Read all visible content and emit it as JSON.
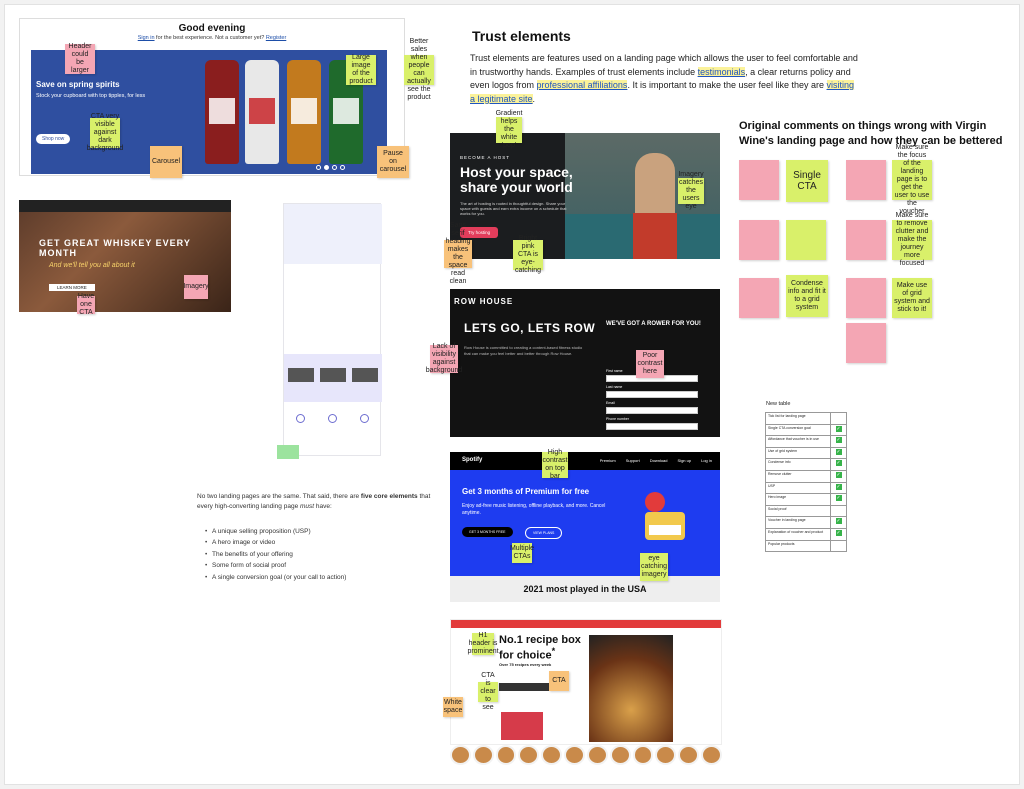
{
  "ge": {
    "title": "Good evening",
    "signin_link": "Sign in",
    "signin_rest": " for the best experience. Not a customer yet? ",
    "register_link": "Register",
    "banner_title": "Save on spring spirits",
    "banner_desc": "Stock your cupboard with top tipples, for less",
    "shop_btn": "Shop now",
    "notes": {
      "header": "Header could be larger",
      "image": "Large image of the product",
      "better": "Better sales when people can actually see the product",
      "cta": "CTA very visible against dark background",
      "carousel": "Carousel",
      "pause": "Pause on carousel"
    }
  },
  "whiskey": {
    "headline": "GET GREAT WHISKEY EVERY MONTH",
    "sub": "And we'll tell you all about it",
    "btn": "LEARN MORE",
    "notes": {
      "imagery": "Imagery",
      "cta": "Have one CTA"
    }
  },
  "trust": {
    "title": "Trust elements",
    "p1": "Trust elements are features used on a landing page which allows the user to feel comfortable and in trustworthy hands. Examples of trust elements include ",
    "h1": "testimonials",
    "p2": ", a clear returns policy and even logos from ",
    "h2": "professional affiliations",
    "p3": ". It is important to make the user feel like they are ",
    "h3": "visiting a legitimate site",
    "p4": "."
  },
  "five": {
    "intro1": "No two landing pages are the same. That said, there are ",
    "intro_bold": "five core elements",
    "intro2": " that every high-converting landing page ",
    "intro_em": "must",
    "intro3": " have:",
    "items": [
      "A unique selling proposition (USP)",
      "A hero image or video",
      "The benefits of your offering",
      "Some form of social proof",
      "A single conversion goal (or your call to action)"
    ]
  },
  "airbnb": {
    "small": "BECOME A HOST",
    "headline_1": "Host your space,",
    "headline_2": "share your world",
    "body": "The art of hosting is rooted in thoughtful design. Share your space with guests and earn extra income on a schedule that works for you.",
    "btn": "Try hosting",
    "notes": {
      "gradient": "Gradient helps the white 'pop'",
      "imagery": "Imagery catches the users eye",
      "cta": "Bright pink CTA is eye-catching",
      "sans": "Sans serif heading makes the space read clean"
    }
  },
  "rowhouse": {
    "logo": "ROW HOUSE",
    "headline": "LETS GO, LETS ROW",
    "body": "Row House is committed to creating a content-based fitness studio that can make you feel better and better through Row House.",
    "form_title": "WE'VE GOT A ROWER FOR YOU!",
    "fields": [
      "First name",
      "Last name",
      "Email",
      "Phone number"
    ],
    "notes": {
      "contrast": "Poor contrast here",
      "bg": "Lack of visibility against background"
    }
  },
  "spotify": {
    "logo": "Spotify",
    "links": [
      "Premium",
      "Support",
      "Download",
      "Sign up",
      "Log in"
    ],
    "headline": "Get 3 months of Premium for free",
    "body": "Enjoy ad-free music listening, offline playback, and more. Cancel anytime.",
    "btn1": "GET 3 MONTHS FREE",
    "btn2": "VIEW PLANS",
    "footer": "2021 most played in the USA",
    "notes": {
      "imagery": "eye catching imagery",
      "contrast": "High contrast on top bar",
      "cta": "Multiple CTAs"
    }
  },
  "gousto": {
    "headline_1": "No.1 recipe box",
    "headline_2": "for choice",
    "sup": "*",
    "sub": "Over 75 recipes every week",
    "notes": {
      "cta": "CTA",
      "white": "White space",
      "clear": "CTA is clear to see",
      "header": "H1 header is prominent"
    }
  },
  "right": {
    "title": "Original comments on things wrong with Virgin Wine's landing page and how they can be bettered",
    "notes_left": [
      "Single CTA",
      "Condense info and fit it to a grid system",
      "Make sure the focus of the landing page is to get the user to use the voucher",
      "Make sure to remove clutter and make the journey more focused",
      "Make use of grid system and stick to it!"
    ],
    "table_title": "New table",
    "table_rows": [
      [
        "Tick list for landing page",
        ""
      ],
      [
        "Single CTA conversion goal",
        "✓"
      ],
      [
        "Affordance that voucher is in use",
        "✓"
      ],
      [
        "Use of grid system",
        "✓"
      ],
      [
        "Condense info",
        "✓"
      ],
      [
        "Remove clutter",
        "✓"
      ],
      [
        "USP",
        "✓"
      ],
      [
        "Hero image",
        "✓"
      ],
      [
        "Social proof",
        ""
      ],
      [
        "Voucher in landing page",
        "✓"
      ],
      [
        "Explanation of voucher and product",
        "✓"
      ],
      [
        "Popular products",
        ""
      ]
    ]
  },
  "colors": {
    "accent": "#2f4fa0",
    "sticky_green": "#d9f06a",
    "sticky_pink": "#f4a6b4",
    "sticky_orange": "#f8c27a"
  }
}
